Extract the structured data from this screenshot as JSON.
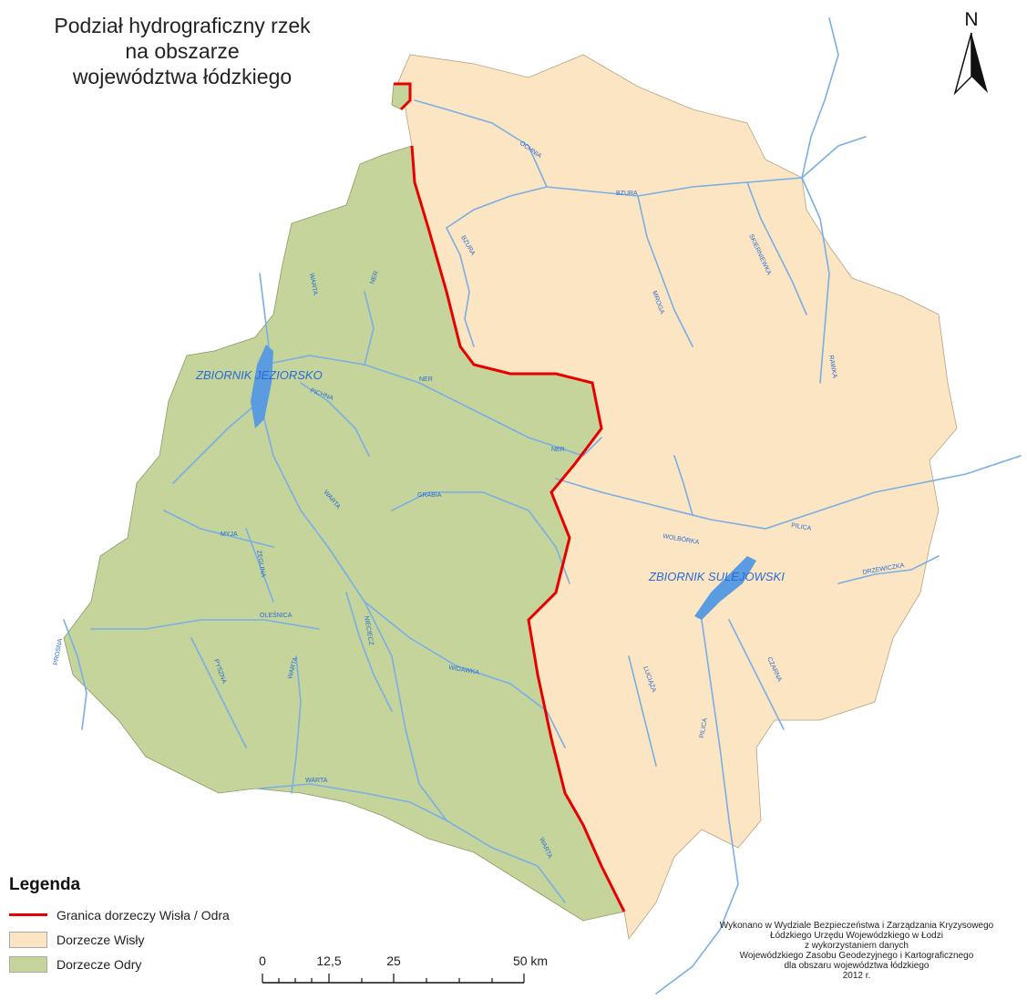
{
  "title": {
    "line1": "Podział hydrograficzny rzek",
    "line2": "na obszarze",
    "line3": "województwa łódzkiego"
  },
  "north_label": "N",
  "legend": {
    "title": "Legenda",
    "items": [
      {
        "label": "Granica dorzeczy Wisła / Odra",
        "kind": "line",
        "color": "#e60000"
      },
      {
        "label": "Dorzecze Wisły",
        "kind": "fill",
        "color": "#fbe5c2"
      },
      {
        "label": "Dorzecze Odry",
        "kind": "fill",
        "color": "#c4d49a"
      }
    ]
  },
  "scale": {
    "labels": [
      "0",
      "12,5",
      "25",
      "50 km"
    ]
  },
  "colors": {
    "wisla": "#fbe5c2",
    "odra": "#c4d49a",
    "boundary": "#e60000",
    "river": "#7aaee6",
    "lake": "#5b9be0"
  },
  "lakes": {
    "jeziorsko": "ZBIORNIK JEZIORSKO",
    "sulejowski": "ZBIORNIK SULEJOWSKI"
  },
  "rivers": {
    "ochnia": "OCHNIA",
    "bzura_1": "BZURA",
    "bzura_2": "BZURA",
    "skierniewka": "SKIERNIEWKA",
    "mroga": "MROGA",
    "rawka": "RAWKA",
    "ner_1": "NER",
    "ner_2": "NER",
    "ner_3": "NER",
    "warta_1": "WARTA",
    "warta_2": "WARTA",
    "warta_3": "WARTA",
    "warta_4": "WARTA",
    "warta_5": "WARTA",
    "pichna": "PICHNA",
    "grabia": "GRABIA",
    "myja": "MYJA",
    "zeglina": "ŻEGLINA",
    "olesnica": "OLEŚNICA",
    "nieciecz": "NIECIECZ",
    "widawka": "WIDAWKA",
    "prosna": "PROSNA",
    "pyszna": "PYSZNA",
    "wolborka": "WOLBÓRKA",
    "pilica_1": "PILICA",
    "pilica_2": "PILICA",
    "drzewiczka": "DRZEWICZKA",
    "czarna": "CZARNA",
    "luciaza": "LUCIĄŻA"
  },
  "credits": {
    "line1": "Wykonano w Wydziale Bezpieczeństwa i Zarządzania Kryzysowego",
    "line2": "Łódzkiego Urzędu Wojewódzkiego w Łodzi",
    "line3": "z wykorzystaniem danych",
    "line4": "Wojewódzkiego Zasobu Geodezyjnego i Kartograficznego",
    "line5": "dla obszaru województwa łódzkiego",
    "line6": "2012 r."
  }
}
